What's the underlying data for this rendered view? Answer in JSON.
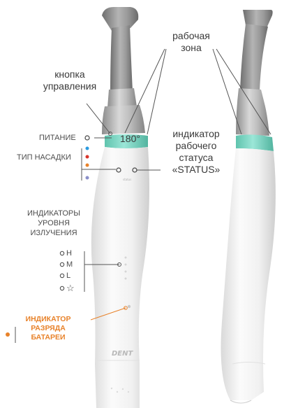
{
  "labels": {
    "working_zone": [
      "рабочая",
      "зона"
    ],
    "control_button": [
      "кнопка",
      "управления"
    ],
    "angle": "180°",
    "power": "ПИТАНИЕ",
    "tip_type": "ТИП НАСАДКИ",
    "status_indicator": [
      "индикатор",
      "рабочего",
      "статуса",
      "«STATUS»"
    ],
    "radiation_levels": [
      "ИНДИКАТОРЫ",
      "УРОВНЯ",
      "ИЗЛУЧЕНИЯ"
    ],
    "level_h": "H",
    "level_m": "M",
    "level_l": "L",
    "level_star": "☆",
    "battery_indicator": [
      "ИНДИКАТОР",
      "РАЗРЯДА",
      "БАТАРЕИ"
    ],
    "logo": "DENT"
  },
  "colors": {
    "accent_turquoise": "#7fd8c6",
    "battery_orange": "#e8822a",
    "tip_blue": "#2b9be0",
    "tip_red": "#d9352b",
    "tip_orange": "#e8822a",
    "tip_violet": "#8a8fc9",
    "head_gray": "#8a8a8a",
    "body_white": "#f4f4f4"
  },
  "icons": {
    "power_indicator": "circle-outline-icon",
    "status_indicator": "circle-outline-icon",
    "level_indicator": "circle-outline-icon",
    "star": "star-outline-icon",
    "battery_indicator": "orange-dot-icon"
  }
}
